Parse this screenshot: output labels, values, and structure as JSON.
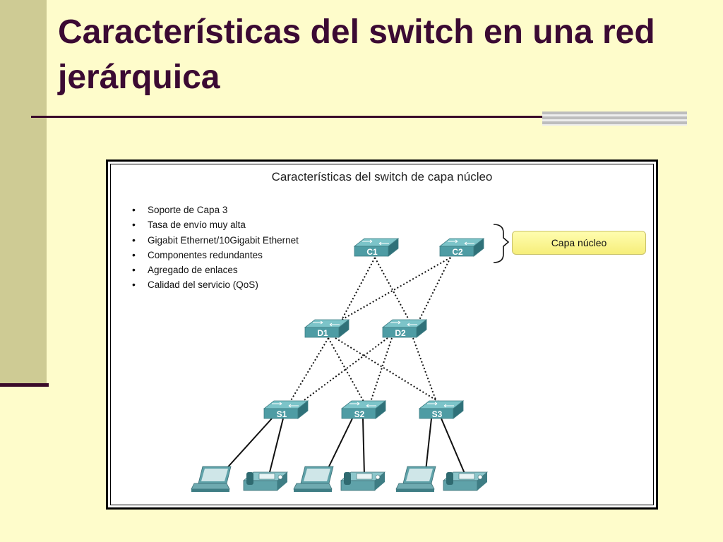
{
  "slide": {
    "title": "Características del switch en una red jerárquica"
  },
  "figure": {
    "title": "Características del switch de capa núcleo",
    "features": [
      "Soporte de Capa 3",
      "Tasa de envío muy alta",
      "Gigabit Ethernet/10Gigabit Ethernet",
      "Componentes redundantes",
      "Agregado de enlaces",
      "Calidad del servicio (QoS)"
    ],
    "core_label": "Capa núcleo",
    "switches": {
      "core": [
        "C1",
        "C2"
      ],
      "distribution": [
        "D1",
        "D2"
      ],
      "access": [
        "S1",
        "S2",
        "S3"
      ]
    },
    "colors": {
      "switch": "#4E9CA4",
      "core_label_fill": "#F6EE7A",
      "title_text": "#3B0A33"
    }
  }
}
